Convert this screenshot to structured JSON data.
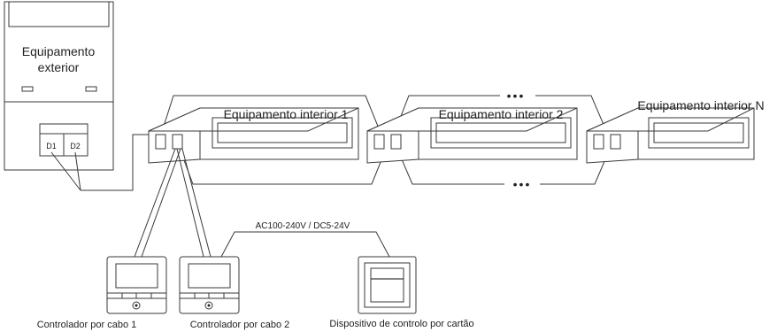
{
  "outdoor_unit": {
    "label_line1": "Equipamento",
    "label_line2": "exterior",
    "terminal_1": "D1",
    "terminal_2": "D2"
  },
  "indoor_units": [
    {
      "label": "Equipamento interior 1"
    },
    {
      "label": "Equipamento interior 2"
    },
    {
      "label": "Equipamento interior N"
    }
  ],
  "power_label": "AC100-240V / DC5-24V",
  "wired_controllers": [
    {
      "label": "Controlador por cabo 1"
    },
    {
      "label": "Controlador por cabo 2"
    }
  ],
  "card_device": {
    "label": "Dispositivo de controlo por cartão"
  },
  "ellipsis": "•••"
}
